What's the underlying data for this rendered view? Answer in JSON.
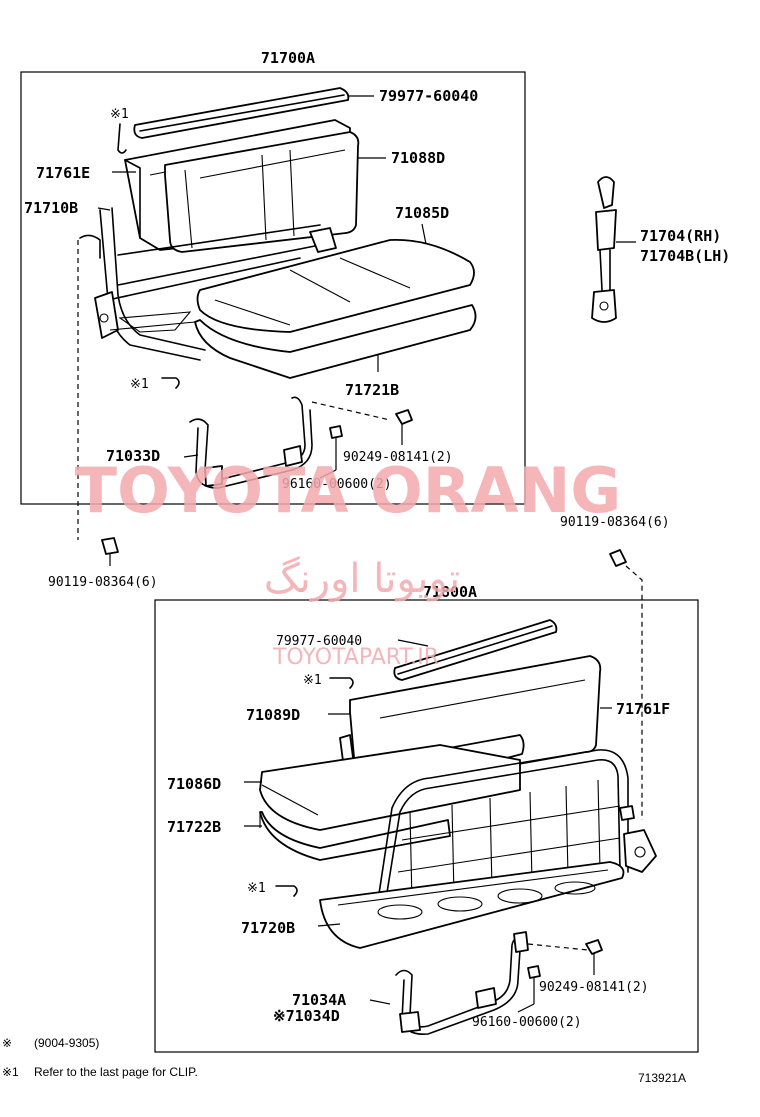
{
  "upper_assembly": {
    "assembly_no": "71700A",
    "labels": {
      "cover_top": "79977-60040",
      "clip_mark": "※1",
      "back_cover": "71761E",
      "back_pad": "71088D",
      "frame": "71710B",
      "cushion_cover": "71085D",
      "cushion_pad": "71721B",
      "clip_mark_2": "※1",
      "hinge": "71033D",
      "bolt": "90249-08141(2)",
      "nut": "96160-00600(2)"
    }
  },
  "outside_labels": {
    "bolt_left": "90119-08364(6)",
    "bolt_right": "90119-08364(6)"
  },
  "lower_assembly": {
    "assembly_no": "71800A",
    "labels": {
      "cover_top": "79977-60040",
      "clip_mark": "※1",
      "back_pad": "71089D",
      "back_cover": "71761F",
      "cushion_cover": "71086D",
      "cushion_pad": "71722B",
      "clip_mark_2": "※1",
      "frame": "71720B",
      "hinge_a": "71034A",
      "hinge_d": "※71034D",
      "bolt": "90249-08141(2)",
      "nut": "96160-00600(2)"
    }
  },
  "belt": {
    "rh": "71704(RH)",
    "lh": "71704B(LH)"
  },
  "watermark": {
    "brand": "TOYOTA ORANG",
    "brand_fa": "تویوتا اورنگ",
    "site": "TOYOTAPART.IR"
  },
  "notes": {
    "mark": "※",
    "mark_range": "(9004-9305)",
    "clip_mark": "※1",
    "clip_text": "Refer to the last page for CLIP.",
    "figure_no": "713921A"
  }
}
